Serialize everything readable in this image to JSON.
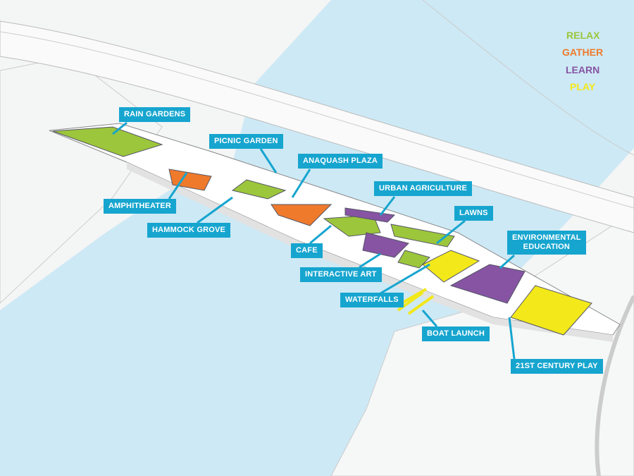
{
  "legend": [
    {
      "label": "RELAX",
      "color": "#9cc63b"
    },
    {
      "label": "GATHER",
      "color": "#ef7a2c"
    },
    {
      "label": "LEARN",
      "color": "#8654a3"
    },
    {
      "label": "PLAY",
      "color": "#f2e81a"
    }
  ],
  "labels": {
    "rain_gardens": "RAIN GARDENS",
    "picnic_garden": "PICNIC GARDEN",
    "anaquash_plaza": "ANAQUASH PLAZA",
    "urban_agriculture": "URBAN AGRICULTURE",
    "lawns": "LAWNS",
    "environmental_education_1": "ENVIRONMENTAL",
    "environmental_education_2": "EDUCATION",
    "amphitheater": "AMPHITHEATER",
    "hammock_grove": "HAMMOCK GROVE",
    "cafe": "CAFE",
    "interactive_art": "INTERACTIVE ART",
    "waterfalls": "WATERFALLS",
    "boat_launch": "BOAT LAUNCH",
    "century_play": "21ST CENTURY PLAY"
  },
  "colors": {
    "water": "#cde9f5",
    "label_bg": "#16a5cf"
  }
}
